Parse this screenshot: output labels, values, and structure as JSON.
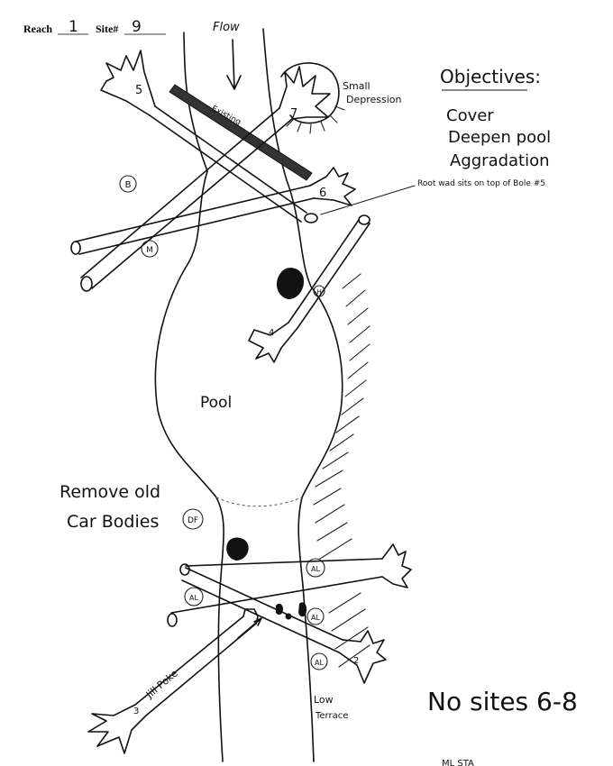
{
  "header": {
    "reach_label": "Reach",
    "reach_value": "1",
    "site_label": "Site#",
    "site_value": "9"
  },
  "flow_label": "Flow",
  "small_depression": [
    "Small",
    "Depression"
  ],
  "existing_label": "Existing",
  "objectives": {
    "title": "Objectives:",
    "items": [
      "Cover",
      "Deepen pool",
      "Aggradation"
    ]
  },
  "rootwad_note": "Root wad sits on top of Bole #5",
  "pool_label": "Pool",
  "remove_note": [
    "Remove old",
    "Car Bodies"
  ],
  "jill_poke_label": "Jill Poke",
  "low_terrace": [
    "Low",
    "Terrace"
  ],
  "no_sites_note": "No sites 6-8",
  "bottom_scrawl": "ML STA",
  "log_numbers": [
    "5",
    "7",
    "6",
    "4",
    "3",
    "2"
  ],
  "tree_codes": {
    "b": "B",
    "m": "M",
    "h": "H",
    "df": "DF",
    "al1": "AL",
    "al2": "AL",
    "al3": "AL",
    "al4": "AL"
  }
}
